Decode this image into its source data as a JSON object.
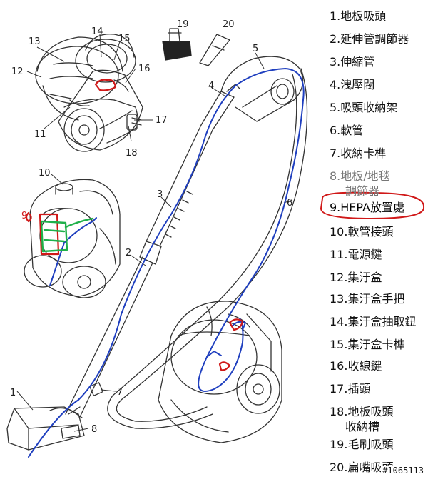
{
  "parts": [
    {
      "num": "1.",
      "text": "地板吸頭"
    },
    {
      "num": "2.",
      "text": "延伸管調節器"
    },
    {
      "num": "3.",
      "text": "伸縮管"
    },
    {
      "num": "4.",
      "text": "洩壓閥"
    },
    {
      "num": "5.",
      "text": "吸頭收納架"
    },
    {
      "num": "6.",
      "text": "軟管"
    },
    {
      "num": "7.",
      "text": "收納卡榫"
    },
    {
      "num": "8.",
      "text": "地板/地毯",
      "sub": "調節器"
    },
    {
      "num": "9.",
      "text": "HEPA放置處"
    },
    {
      "num": "10.",
      "text": "軟管接頭"
    },
    {
      "num": "11.",
      "text": "電源鍵"
    },
    {
      "num": "12.",
      "text": "集汙盒"
    },
    {
      "num": "13.",
      "text": "集汙盒手把"
    },
    {
      "num": "14.",
      "text": "集汙盒抽取鈕"
    },
    {
      "num": "15.",
      "text": "集汙盒卡榫"
    },
    {
      "num": "16.",
      "text": "收線鍵"
    },
    {
      "num": "17.",
      "text": "插頭"
    },
    {
      "num": "18.",
      "text": "地板吸頭",
      "sub": "收納槽"
    },
    {
      "num": "19.",
      "text": "毛刷吸頭"
    },
    {
      "num": "20.",
      "text": "扁嘴吸頭"
    }
  ],
  "callouts": {
    "c1": "1",
    "c2": "2",
    "c3": "3",
    "c4": "4",
    "c5": "5",
    "c6": "6",
    "c7": "7",
    "c8": "8",
    "c9": "9",
    "c10": "10",
    "c11": "11",
    "c12": "12",
    "c13": "13",
    "c14": "14",
    "c15": "15",
    "c16": "16",
    "c17": "17",
    "c18": "18",
    "c19": "19",
    "c20": "20"
  },
  "watermark": "#1065113",
  "colors": {
    "line_art": "#333333",
    "annotation_blue": "#1f3fbf",
    "annotation_red": "#d01818",
    "annotation_green": "#1fb04a"
  }
}
